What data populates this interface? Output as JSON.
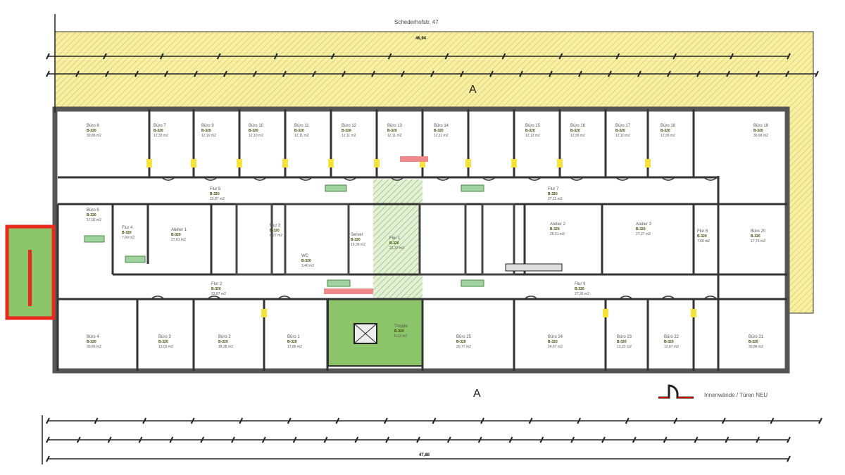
{
  "plan": {
    "street_label": "Schederhofstr. 47",
    "legend_label": "Innenwände / Türen NEU",
    "total_dim_top": "46,94",
    "total_dim_bottom": "47,88",
    "colors": {
      "hatch": "#f6ee9a",
      "wall": "#333333",
      "stair_green": "#8cc46a",
      "stair_red": "#e8291c",
      "escape_sign": "#7fbf7f",
      "new_wall": "#cc0000"
    }
  },
  "rooms": [
    {
      "name": "Büro 8",
      "code": "B-320",
      "area": "30,86 m2"
    },
    {
      "name": "Büro 7",
      "code": "B-320",
      "area": "12,33 m2"
    },
    {
      "name": "Büro 9",
      "code": "B-320",
      "area": "12,10 m2"
    },
    {
      "name": "Büro 10",
      "code": "B-320",
      "area": "12,10 m2"
    },
    {
      "name": "Büro 11",
      "code": "B-320",
      "area": "12,11 m2"
    },
    {
      "name": "Büro 12",
      "code": "B-320",
      "area": "12,11 m2"
    },
    {
      "name": "Büro 13",
      "code": "B-320",
      "area": "12,11 m2"
    },
    {
      "name": "Büro 14",
      "code": "B-320",
      "area": "12,11 m2"
    },
    {
      "name": "Büro 15",
      "code": "B-320",
      "area": "12,13 m2"
    },
    {
      "name": "Büro 16",
      "code": "B-320",
      "area": "12,09 m2"
    },
    {
      "name": "Büro 17",
      "code": "B-320",
      "area": "12,10 m2"
    },
    {
      "name": "Büro 18",
      "code": "B-320",
      "area": "12,09 m2"
    },
    {
      "name": "Büro 19",
      "code": "B-320",
      "area": "30,68 m2"
    },
    {
      "name": "Flur 5",
      "code": "B-320",
      "area": "23,87 m2"
    },
    {
      "name": "Flur 7",
      "code": "B-320",
      "area": "27,11 m2"
    },
    {
      "name": "Büro 6",
      "code": "B-320",
      "area": "17,92 m2"
    },
    {
      "name": "Flur 4",
      "code": "B-320",
      "area": "7,60 m2"
    },
    {
      "name": "Atelier 1",
      "code": "B-320",
      "area": "27,01 m2"
    },
    {
      "name": "Flur 3",
      "code": "B-320",
      "area": "6,27 m2"
    },
    {
      "name": "WC",
      "code": "B-320",
      "area": "3,40 m2"
    },
    {
      "name": "Server",
      "code": "B-320",
      "area": "15,26 m2"
    },
    {
      "name": "Flur 1",
      "code": "B-320",
      "area": "21,37 m2"
    },
    {
      "name": "Atelier 2",
      "code": "B-320",
      "area": "26,51 m2"
    },
    {
      "name": "Atelier 3",
      "code": "B-320",
      "area": "27,27 m2"
    },
    {
      "name": "Flur 6",
      "code": "B-320",
      "area": "7,60 m2"
    },
    {
      "name": "Büro 20",
      "code": "B-320",
      "area": "17,76 m2"
    },
    {
      "name": "Flur 2",
      "code": "B-320",
      "area": "23,87 m2"
    },
    {
      "name": "Flur 9",
      "code": "B-320",
      "area": "27,36 m2"
    },
    {
      "name": "Büro 4",
      "code": "B-320",
      "area": "30,86 m2"
    },
    {
      "name": "Büro 3",
      "code": "B-320",
      "area": "13,03 m2"
    },
    {
      "name": "Büro 2",
      "code": "B-320",
      "area": "18,38 m2"
    },
    {
      "name": "Büro 1",
      "code": "B-320",
      "area": "17,86 m2"
    },
    {
      "name": "Treppe",
      "code": "B-320",
      "area": "8,12 m2"
    },
    {
      "name": "Büro 25",
      "code": "B-320",
      "area": "20,77 m2"
    },
    {
      "name": "Büro 24",
      "code": "B-320",
      "area": "24,67 m2"
    },
    {
      "name": "Büro 23",
      "code": "B-320",
      "area": "13,22 m2"
    },
    {
      "name": "Büro 22",
      "code": "B-320",
      "area": "12,67 m2"
    },
    {
      "name": "Büro 21",
      "code": "B-320",
      "area": "30,86 m2"
    }
  ]
}
